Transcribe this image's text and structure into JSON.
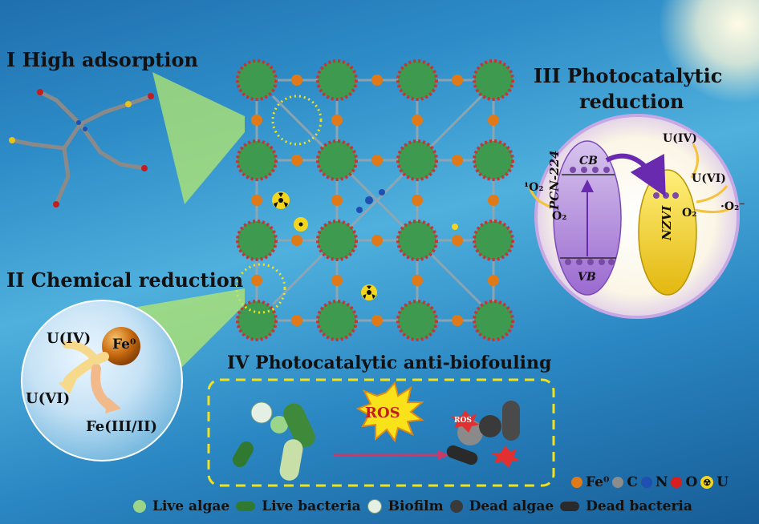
{
  "sections": {
    "s1": "I High adsorption",
    "s2": "II Chemical reduction",
    "s3_line1": "III Photocatalytic",
    "s3_line2": "reduction",
    "s4": "IV Photocatalytic anti-biofouling"
  },
  "photo_panel": {
    "cb": "CB",
    "vb": "VB",
    "pcn": "PCN-224",
    "nzvi": "NZVI",
    "o2_left": "O₂",
    "singlet_o2": "¹O₂",
    "u4": "U(IV)",
    "u6": "U(VI)",
    "o2_right": "O₂",
    "superoxide": "·O₂⁻"
  },
  "chem_panel": {
    "fe0": "Fe⁰",
    "u4": "U(IV)",
    "u6": "U(VI)",
    "fe32": "Fe(III/II)"
  },
  "biofouling": {
    "ros_big": "ROS",
    "ros_small": "ROS"
  },
  "atom_legend": {
    "fe": "Fe⁰",
    "c": "C",
    "n": "N",
    "o": "O",
    "u": "U"
  },
  "bio_legend": {
    "live_algae": "Live algae",
    "live_bacteria": "Live bacteria",
    "biofilm": "Biofilm",
    "dead_algae": "Dead algae",
    "dead_bacteria": "Dead bacteria"
  },
  "colors": {
    "fe": "#e07a18",
    "c": "#8c8c8c",
    "n": "#1f4fb0",
    "o": "#d81e1e",
    "u": "#f2d51c",
    "pcn": "#b28fd8",
    "nzvi": "#f2d21c"
  }
}
